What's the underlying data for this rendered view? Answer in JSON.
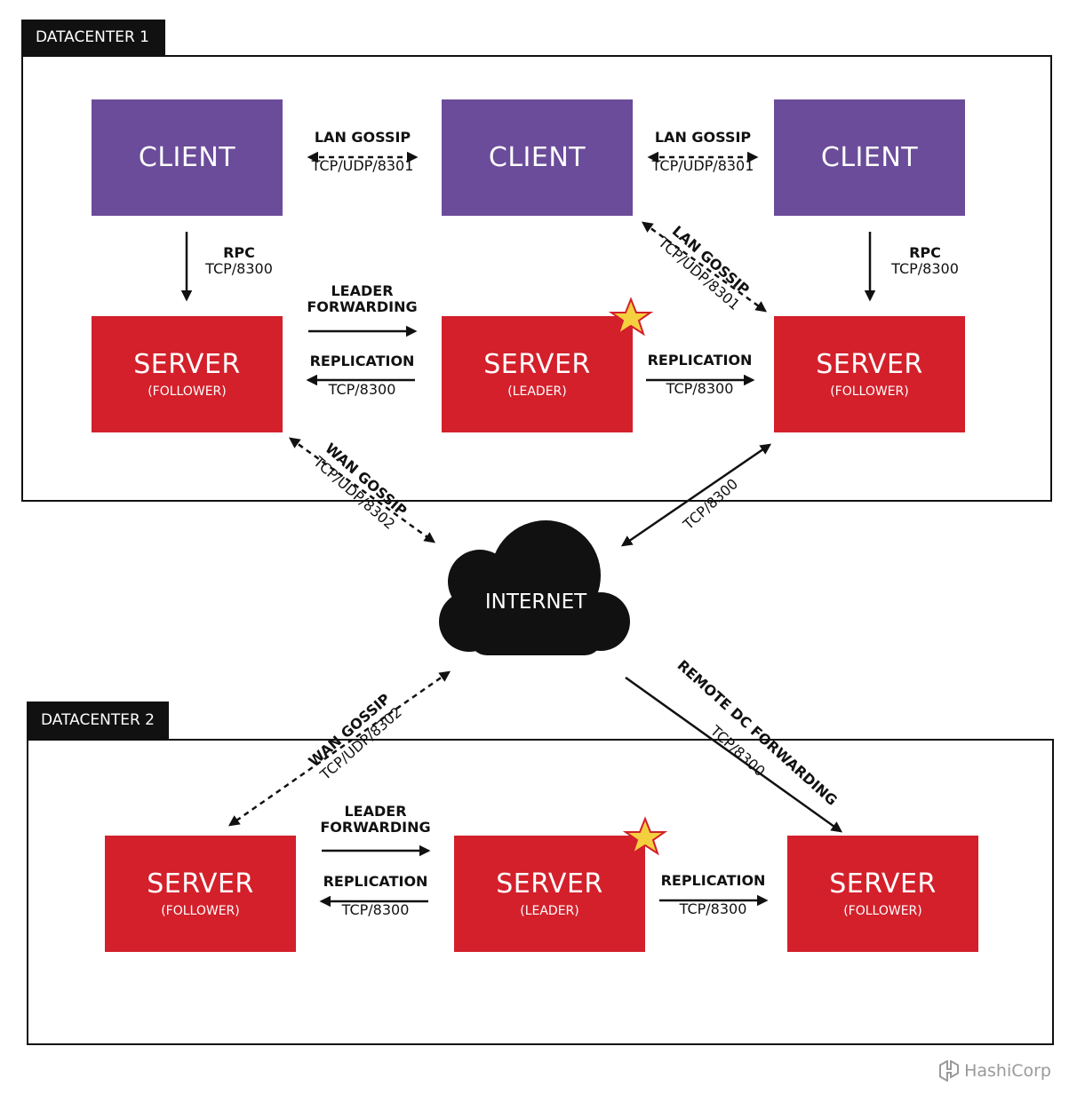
{
  "datacenter1": {
    "label": "DATACENTER 1",
    "clients": [
      {
        "title": "CLIENT"
      },
      {
        "title": "CLIENT"
      },
      {
        "title": "CLIENT"
      }
    ],
    "servers": [
      {
        "title": "SERVER",
        "role": "(FOLLOWER)"
      },
      {
        "title": "SERVER",
        "role": "(LEADER)"
      },
      {
        "title": "SERVER",
        "role": "(FOLLOWER)"
      }
    ],
    "lan_gossip_left": {
      "name": "LAN GOSSIP",
      "port": "TCP/UDP/8301"
    },
    "lan_gossip_right": {
      "name": "LAN GOSSIP",
      "port": "TCP/UDP/8301"
    },
    "lan_gossip_diag": {
      "name": "LAN GOSSIP",
      "port": "TCP/UDP/8301"
    },
    "rpc_left": {
      "name": "RPC",
      "port": "TCP/8300"
    },
    "rpc_right": {
      "name": "RPC",
      "port": "TCP/8300"
    },
    "leader_forwarding": {
      "line1": "LEADER",
      "line2": "FORWARDING"
    },
    "replication_left": {
      "name": "REPLICATION",
      "port": "TCP/8300"
    },
    "replication_right": {
      "name": "REPLICATION",
      "port": "TCP/8300"
    }
  },
  "internet": {
    "label": "INTERNET",
    "wan_gossip_dc1": {
      "name": "WAN GOSSIP",
      "port": "TCP/UDP/8302"
    },
    "tcp_dc1": {
      "port": "TCP/8300"
    },
    "wan_gossip_dc2": {
      "name": "WAN GOSSIP",
      "port": "TCP/UDP/8302"
    },
    "remote_dc_forwarding": {
      "name": "REMOTE DC FORWARDING",
      "port": "TCP/8300"
    }
  },
  "datacenter2": {
    "label": "DATACENTER 2",
    "servers": [
      {
        "title": "SERVER",
        "role": "(FOLLOWER)"
      },
      {
        "title": "SERVER",
        "role": "(LEADER)"
      },
      {
        "title": "SERVER",
        "role": "(FOLLOWER)"
      }
    ],
    "leader_forwarding": {
      "line1": "LEADER",
      "line2": "FORWARDING"
    },
    "replication_left": {
      "name": "REPLICATION",
      "port": "TCP/8300"
    },
    "replication_right": {
      "name": "REPLICATION",
      "port": "TCP/8300"
    }
  },
  "brand": {
    "name": "HashiCorp"
  },
  "colors": {
    "client": "#6b4c9a",
    "server": "#d3202b",
    "star": "#f4d03f",
    "ink": "#111111"
  },
  "icons": {
    "leader_marker": "star-icon",
    "network": "cloud-icon",
    "logo": "hashicorp-logo-icon"
  }
}
